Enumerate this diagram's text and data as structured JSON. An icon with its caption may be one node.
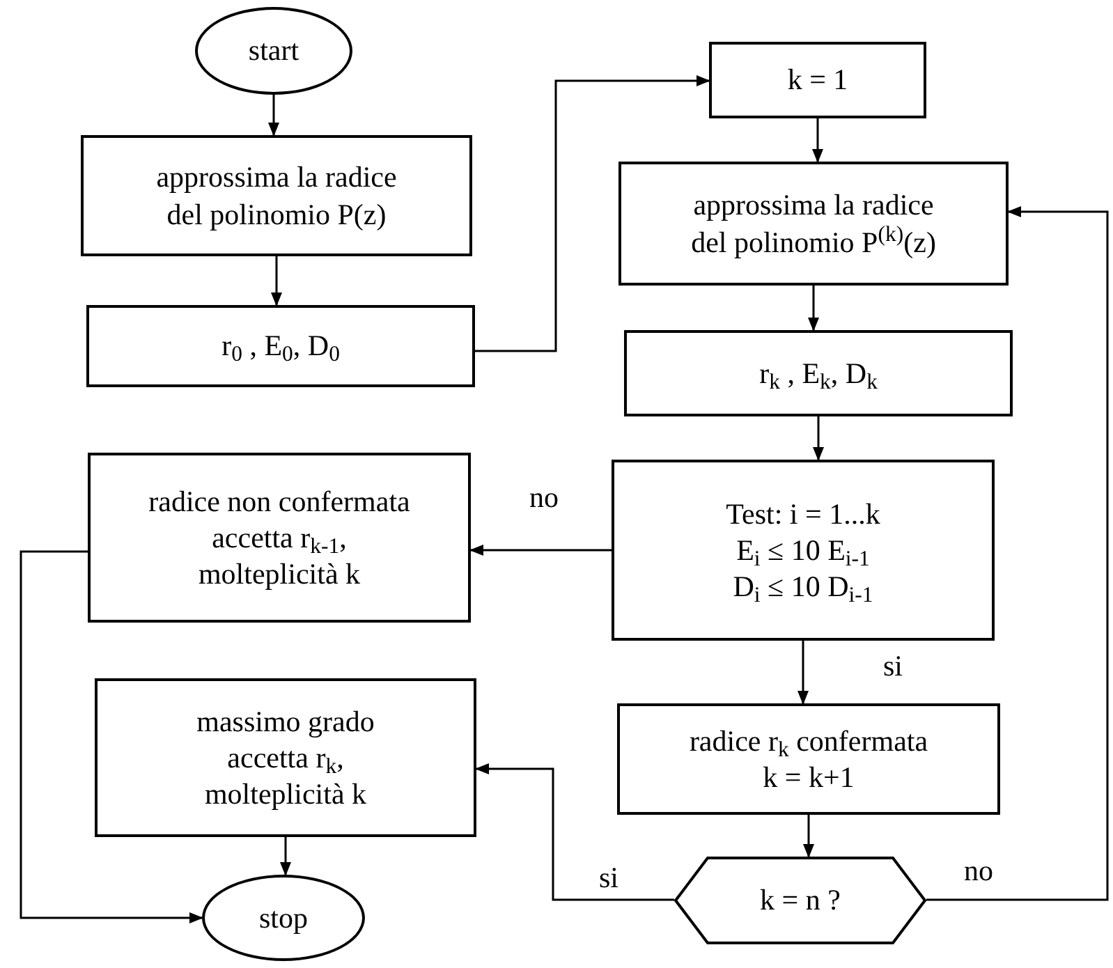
{
  "diagram": {
    "nodes": [
      {
        "text": [
          "start"
        ]
      },
      {
        "text": [
          "approssima la radice",
          "del polinomio P(z)"
        ]
      },
      {
        "text": [
          "r$_{0}$ , E$_{0}$, D$_{0}$"
        ]
      },
      {
        "text": [
          "k = 1"
        ]
      },
      {
        "text": [
          "approssima la radice",
          "del polinomio P$^{(k)}$(z)"
        ]
      },
      {
        "text": [
          "r$_{k}$ , E$_{k}$, D$_{k}$"
        ]
      },
      {
        "text": [
          "Test: i = 1...k",
          "E$_{i}$ ≤ 10 E$_{i-1}$",
          "D$_{i}$ ≤ 10 D$_{i-1}$"
        ]
      },
      {
        "text": [
          "radice non confermata",
          "accetta r$_{k-1}$,",
          "molteplicità k"
        ]
      },
      {
        "text": [
          "radice r$_{k}$ confermata",
          "k = k+1"
        ]
      },
      {
        "text": [
          "k = n ?"
        ]
      },
      {
        "text": [
          "massimo grado",
          "accetta r$_{k}$,",
          "molteplicità k"
        ]
      },
      {
        "text": [
          "stop"
        ]
      }
    ],
    "edges": [
      {
        "from": 0,
        "to": 1,
        "arrow": "to"
      },
      {
        "from": 1,
        "to": 2,
        "arrow": "to"
      },
      {
        "from": 2,
        "to": 3,
        "arrow": "to"
      },
      {
        "from": 3,
        "to": 4,
        "arrow": "to"
      },
      {
        "from": 4,
        "to": 5,
        "arrow": "to"
      },
      {
        "from": 5,
        "to": 6,
        "arrow": "to"
      },
      {
        "from": 6,
        "to": 7,
        "arrow": "to",
        "label": "no"
      },
      {
        "from": 6,
        "to": 8,
        "arrow": "to",
        "label": "si"
      },
      {
        "from": 8,
        "to": 9,
        "arrow": "to"
      },
      {
        "from": 9,
        "to": 10,
        "arrow": "to",
        "label": "si"
      },
      {
        "from": 9,
        "to": 4,
        "arrow": "to",
        "label": "no"
      },
      {
        "from": 7,
        "to": 11,
        "arrow": "to"
      },
      {
        "from": 10,
        "to": 11,
        "arrow": "to"
      }
    ]
  }
}
